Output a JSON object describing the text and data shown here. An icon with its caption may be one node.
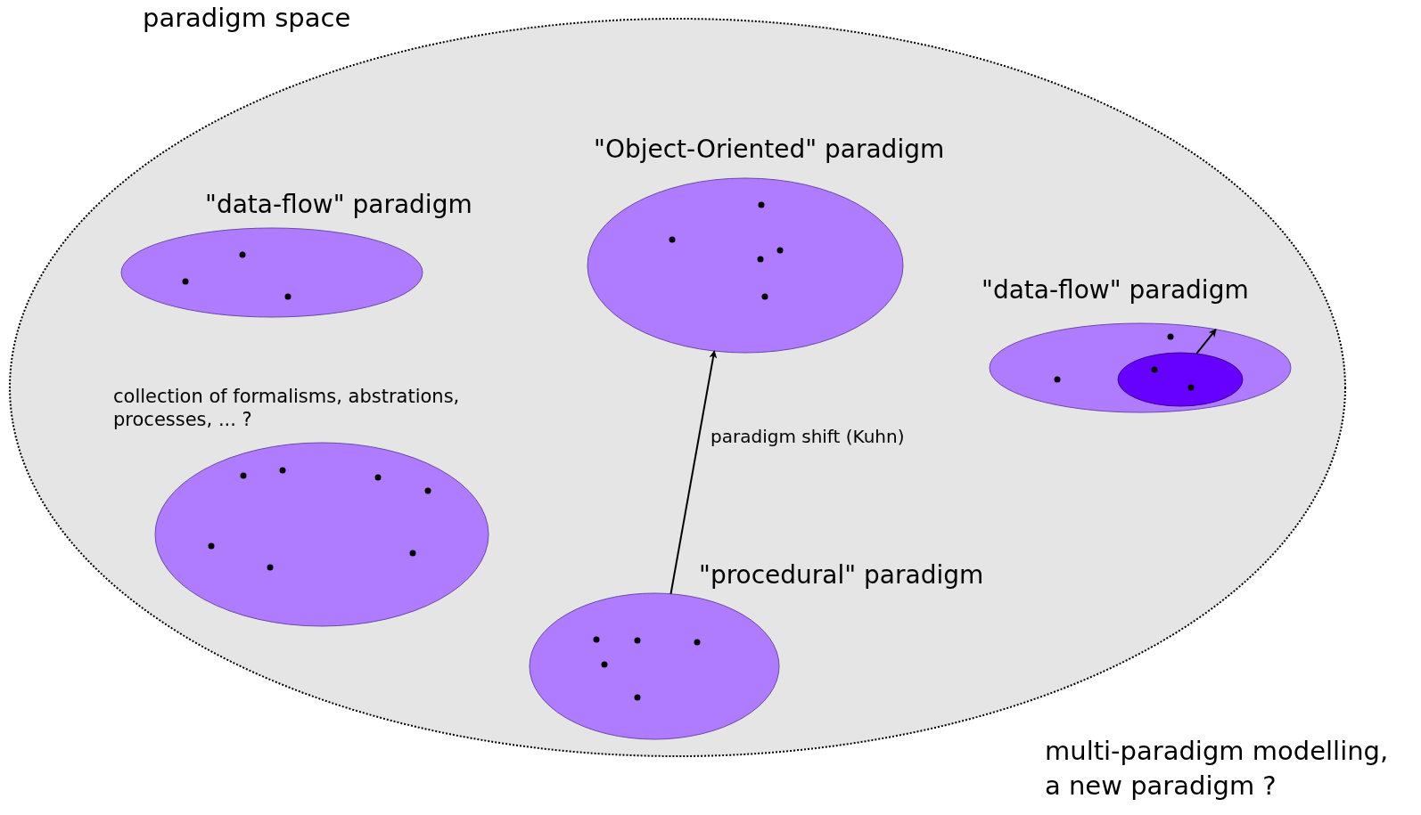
{
  "diagram": {
    "nodes": [
      {
        "text": [
          "paradigm space"
        ]
      },
      {
        "text": [
          "\"data-flow\" paradigm"
        ],
        "in": 0
      },
      {
        "text": [
          "\"Object-Oriented\" paradigm"
        ],
        "in": 0
      },
      {
        "text": [
          "\"data-flow\" paradigm"
        ],
        "in": 0
      },
      {
        "text": [],
        "shape": "ellipse",
        "in": 3
      },
      {
        "text": [
          "collection of formalisms, abstrations, processes, ... ?"
        ],
        "in": 0
      },
      {
        "text": [
          "\"procedural\" paradigm"
        ],
        "in": 0
      }
    ],
    "edges": [
      {
        "from": 6,
        "to": 2,
        "arrow": "to",
        "label": "paradigm shift (Kuhn)"
      },
      {
        "from": 4,
        "to": 3,
        "arrow": "to"
      }
    ],
    "labels": [
      "multi-paradigm modelling, a new paradigm ?"
    ]
  }
}
